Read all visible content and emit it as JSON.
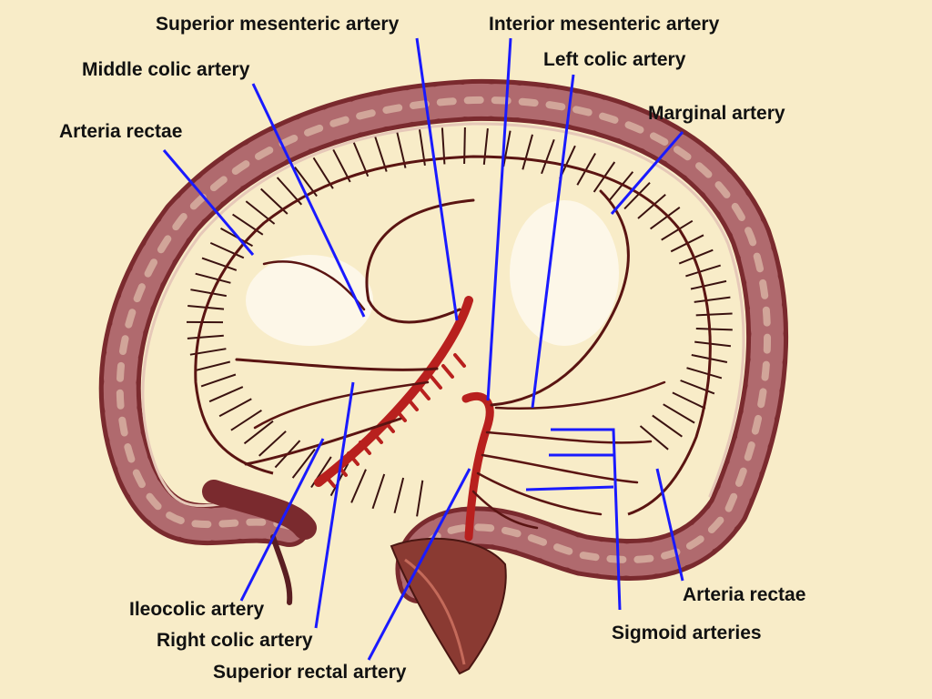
{
  "colors": {
    "background": "#f8ecc8",
    "colon_outer": "#7a2a2e",
    "colon_haustra": "#b06a6e",
    "colon_highlight": "#d9b4a4",
    "artery": "#b8201e",
    "vessel_dark": "#3a1210",
    "leader_line": "#1a1aff",
    "label_text": "#111111"
  },
  "labels": {
    "superior_mesenteric": "Superior mesenteric artery",
    "interior_mesenteric": "Interior mesenteric artery",
    "middle_colic": "Middle colic artery",
    "left_colic": "Left colic artery",
    "marginal": "Marginal artery",
    "arteria_rectae_left": "Arteria rectae",
    "ileocolic": "Ileocolic artery",
    "right_colic": "Right colic artery",
    "superior_rectal": "Superior rectal artery",
    "arteria_rectae_right": "Arteria rectae",
    "sigmoid": "Sigmoid arteries"
  }
}
